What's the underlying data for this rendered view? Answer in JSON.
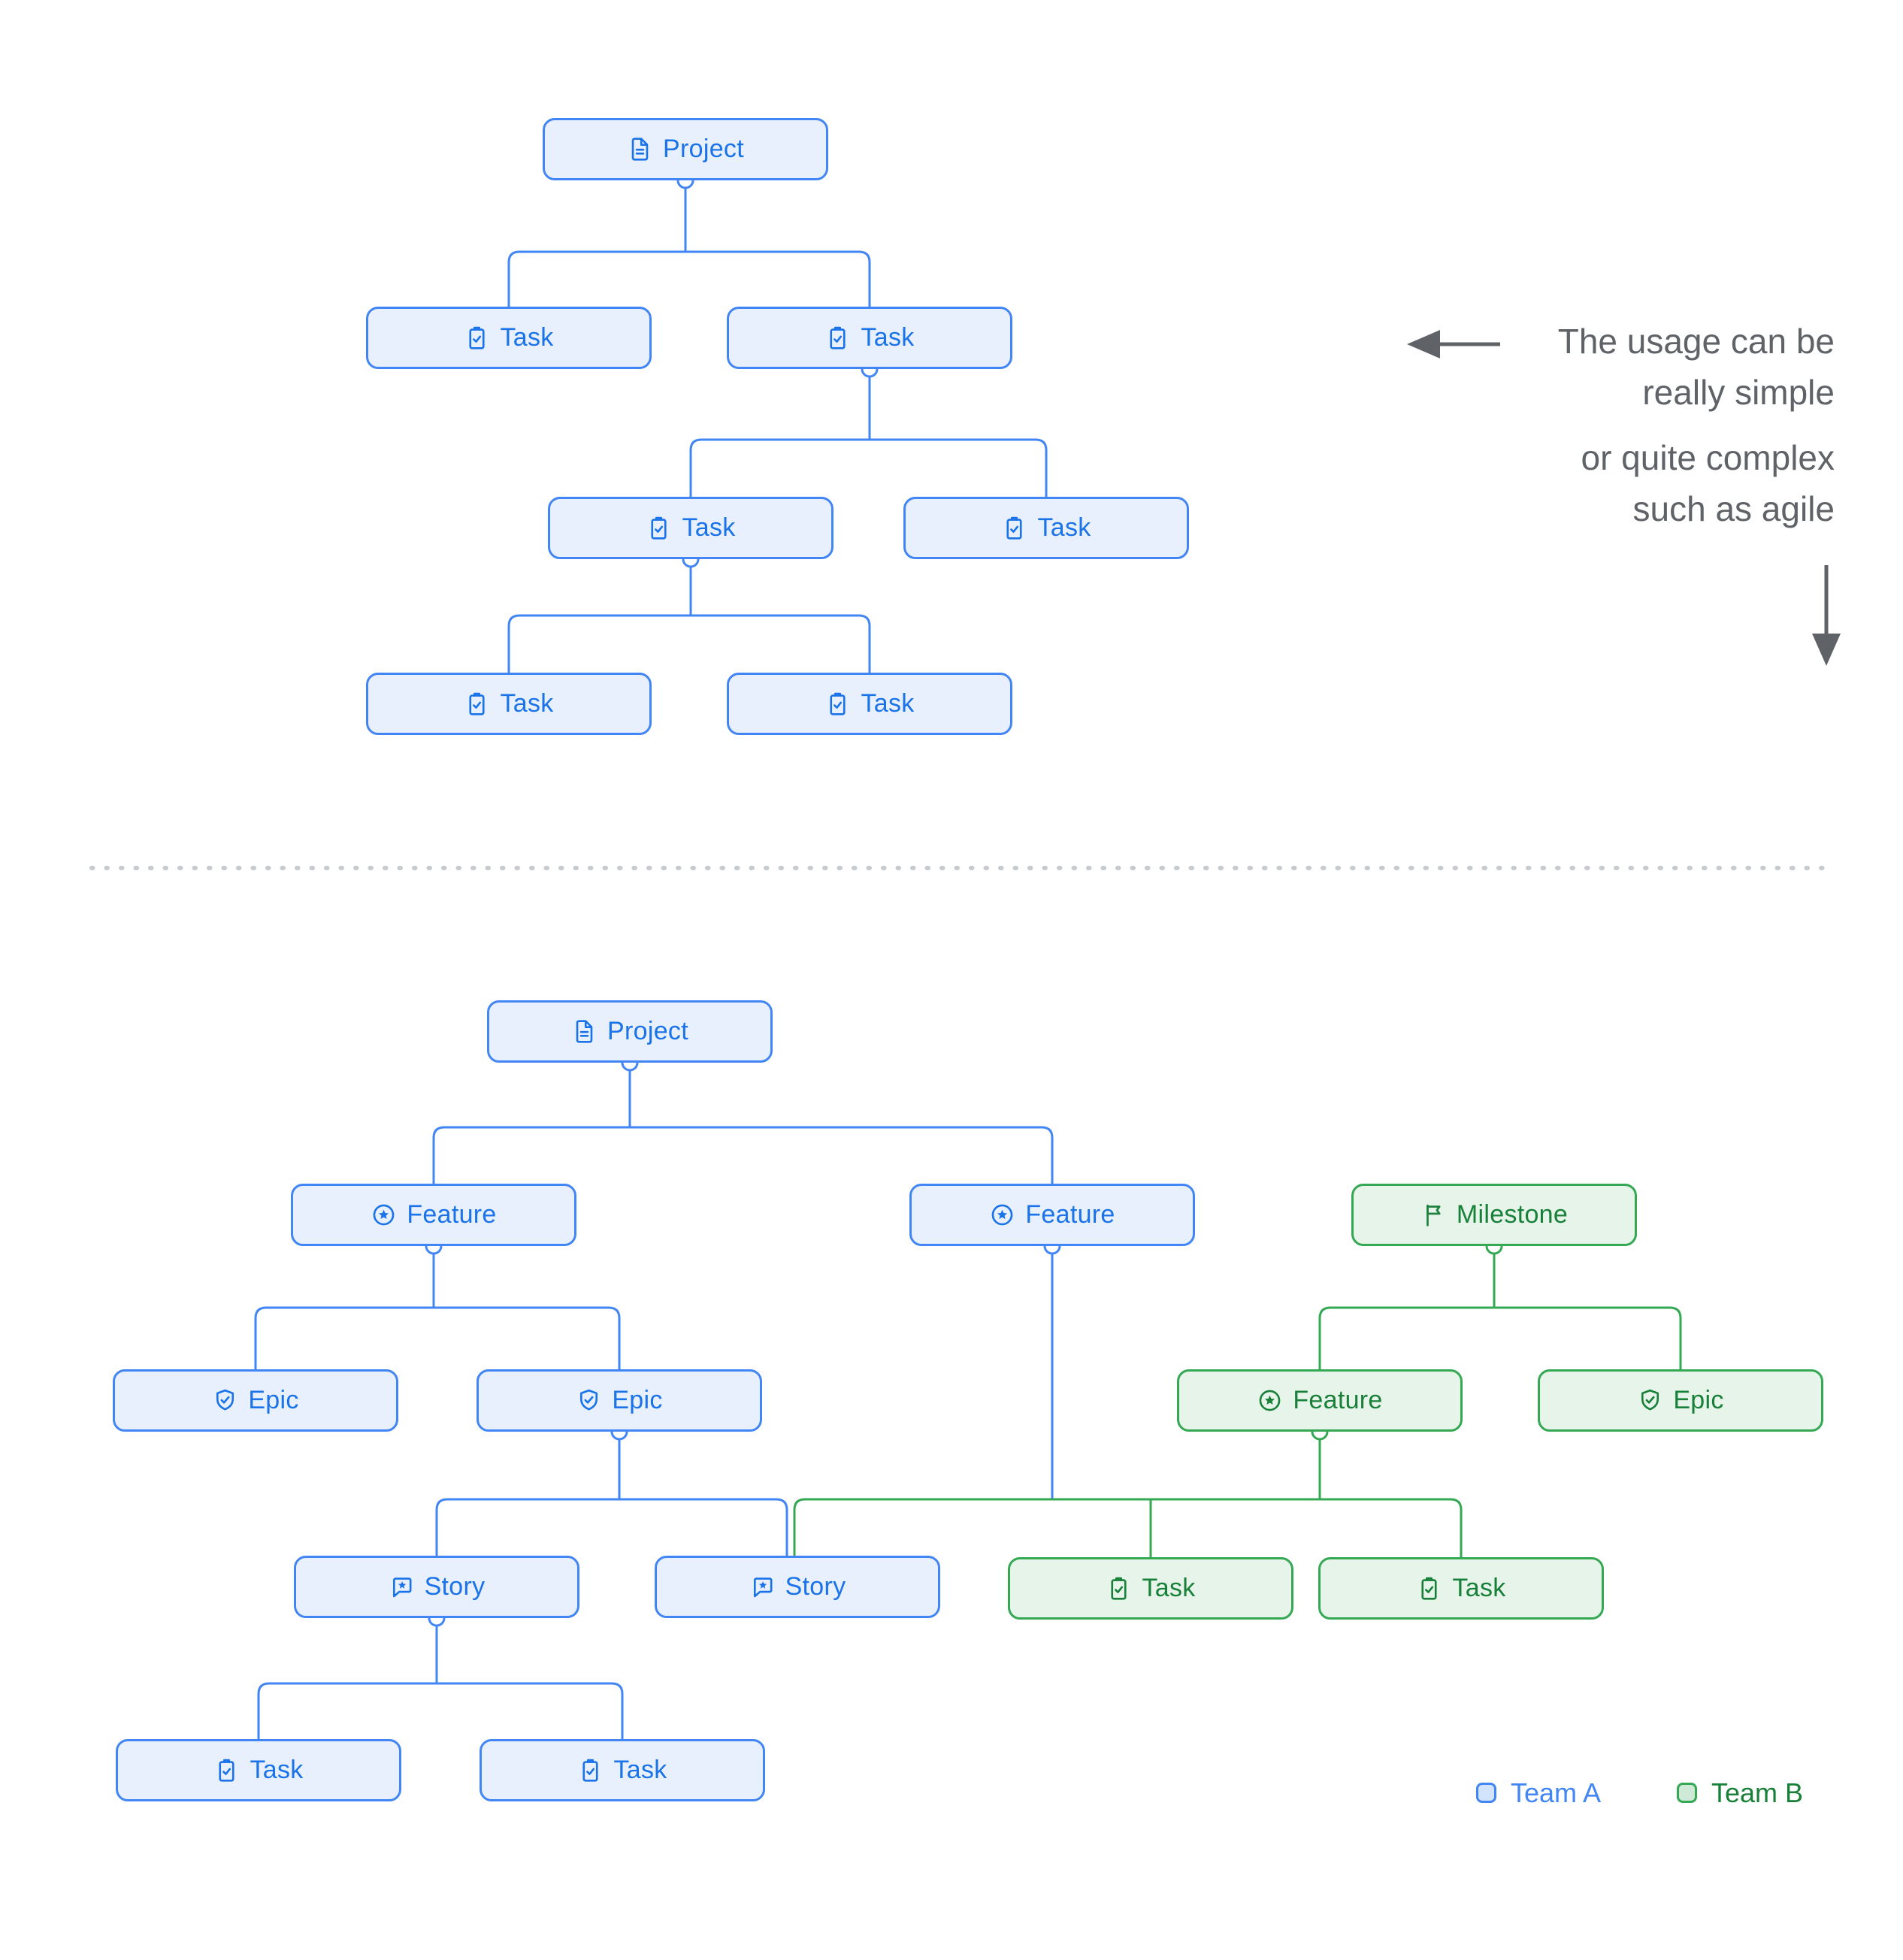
{
  "annotation": {
    "para1_line1": "The usage can be",
    "para1_line2": "really simple",
    "para2_line1": "or quite complex",
    "para2_line2": "such as agile"
  },
  "legend": {
    "team_a_label": "Team A",
    "team_b_label": "Team B"
  },
  "colors": {
    "team_a_border": "#4285F4",
    "team_a_text": "#1A73E8",
    "team_a_fill": "#E8F0FE",
    "team_b_border": "#34A853",
    "team_b_text": "#188038",
    "team_b_fill": "#E6F4EA",
    "annotation_gray": "#5F6368",
    "divider_dots": "#C7CACF"
  },
  "simple_tree": {
    "nodes": [
      {
        "id": "project",
        "label": "Project",
        "icon": "document-icon",
        "team": "A"
      },
      {
        "id": "task-1",
        "label": "Task",
        "icon": "task-icon",
        "team": "A"
      },
      {
        "id": "task-2",
        "label": "Task",
        "icon": "task-icon",
        "team": "A"
      },
      {
        "id": "task-3",
        "label": "Task",
        "icon": "task-icon",
        "team": "A"
      },
      {
        "id": "task-4",
        "label": "Task",
        "icon": "task-icon",
        "team": "A"
      },
      {
        "id": "task-5",
        "label": "Task",
        "icon": "task-icon",
        "team": "A"
      },
      {
        "id": "task-6",
        "label": "Task",
        "icon": "task-icon",
        "team": "A"
      }
    ]
  },
  "complex_tree": {
    "nodes": [
      {
        "id": "project",
        "label": "Project",
        "icon": "document-icon",
        "team": "A"
      },
      {
        "id": "feature-1",
        "label": "Feature",
        "icon": "feature-icon",
        "team": "A"
      },
      {
        "id": "feature-2",
        "label": "Feature",
        "icon": "feature-icon",
        "team": "A"
      },
      {
        "id": "milestone",
        "label": "Milestone",
        "icon": "milestone-icon",
        "team": "B"
      },
      {
        "id": "epic-1",
        "label": "Epic",
        "icon": "epic-icon",
        "team": "A"
      },
      {
        "id": "epic-2",
        "label": "Epic",
        "icon": "epic-icon",
        "team": "A"
      },
      {
        "id": "feature-3",
        "label": "Feature",
        "icon": "feature-icon",
        "team": "B"
      },
      {
        "id": "epic-3",
        "label": "Epic",
        "icon": "epic-icon",
        "team": "B"
      },
      {
        "id": "story-1",
        "label": "Story",
        "icon": "story-icon",
        "team": "A"
      },
      {
        "id": "story-2",
        "label": "Story",
        "icon": "story-icon",
        "team": "A"
      },
      {
        "id": "task-g1",
        "label": "Task",
        "icon": "task-icon",
        "team": "B"
      },
      {
        "id": "task-g2",
        "label": "Task",
        "icon": "task-icon",
        "team": "B"
      },
      {
        "id": "task-7",
        "label": "Task",
        "icon": "task-icon",
        "team": "A"
      },
      {
        "id": "task-8",
        "label": "Task",
        "icon": "task-icon",
        "team": "A"
      }
    ]
  }
}
